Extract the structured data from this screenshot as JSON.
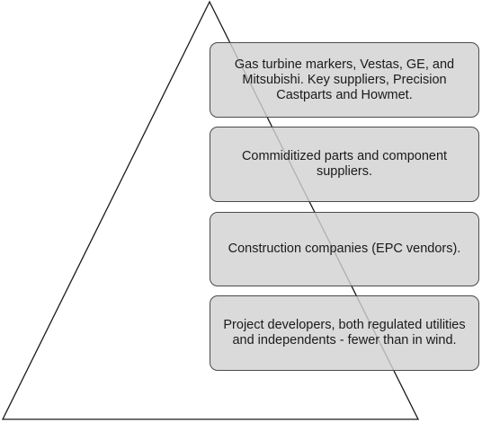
{
  "tiers": [
    {
      "text": "Gas turbine markers, Vestas, GE, and Mitsubishi. Key suppliers, Precision Castparts and Howmet."
    },
    {
      "text": "Commiditized parts and component suppliers."
    },
    {
      "text": "Construction companies (EPC vendors)."
    },
    {
      "text": "Project developers, both regulated utilities and independents - fewer than in wind."
    }
  ]
}
